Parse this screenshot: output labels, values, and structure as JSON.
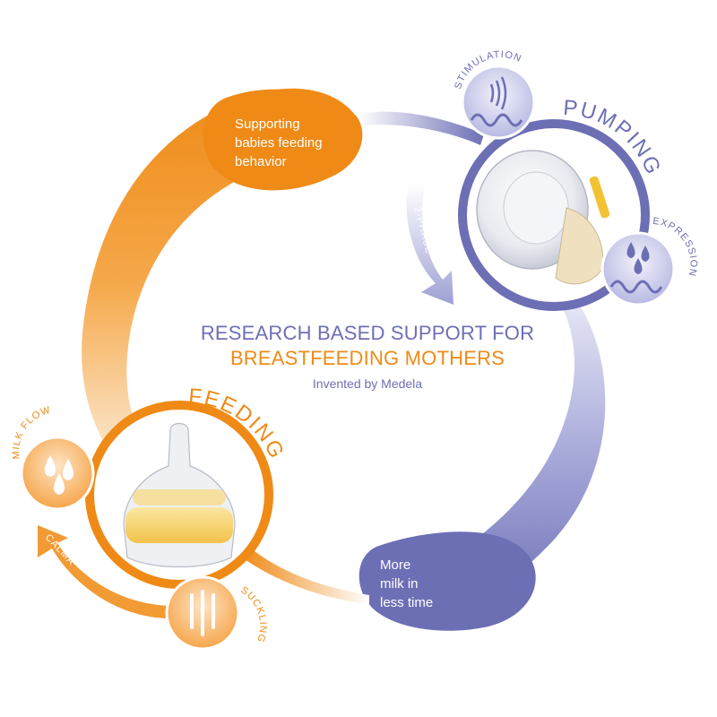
{
  "center": {
    "line1": "RESEARCH BASED SUPPORT FOR",
    "line2": "BREASTFEEDING MOTHERS",
    "line3": "Invented by Medela"
  },
  "orange_bubble": {
    "line1": "Supporting",
    "line2": "babies feeding",
    "line3": "behavior"
  },
  "purple_bubble": {
    "line1": "More",
    "line2": "milk in",
    "line3": "less time"
  },
  "labels": {
    "pumping": "PUMPING",
    "feeding": "FEEDING",
    "stimulation": "STIMULATION",
    "expression": "EXPRESSION",
    "two_phase": "2-PHASE",
    "milk_flow": "MILK FLOW",
    "sucking": "SUCKLING",
    "calma": "CALMA"
  },
  "colors": {
    "orange": "#ef8a16",
    "orange_light": "#f7b865",
    "purple": "#6d6fb5",
    "purple_light": "#c9cbe8"
  },
  "icons": [
    "sound-waves-icon",
    "water-drops-icon",
    "suckling-bars-icon",
    "wave-icon"
  ]
}
